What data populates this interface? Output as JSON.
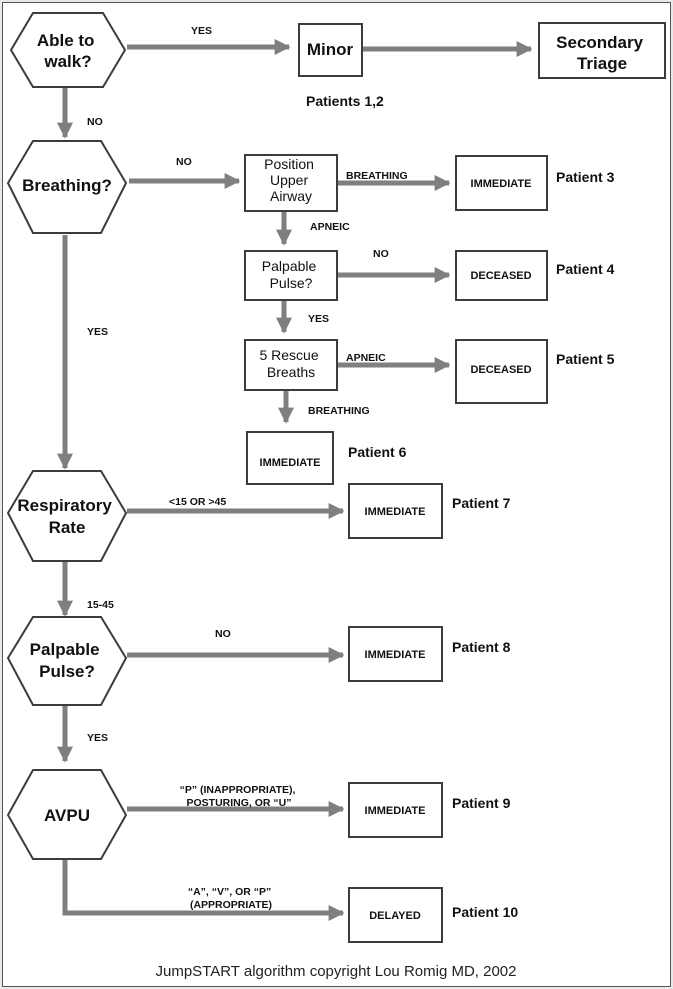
{
  "nodes": {
    "walk": [
      "Able to",
      "walk?"
    ],
    "minor": "Minor",
    "secondary": [
      "Secondary",
      "Triage"
    ],
    "breathing": [
      "Breathing?"
    ],
    "position": [
      "Position",
      "Upper",
      "Airway"
    ],
    "immediate3": "IMMEDIATE",
    "palpable_pulse_small": [
      "Palpable",
      "Pulse?"
    ],
    "deceased4": "DECEASED",
    "rescue": [
      "5 Rescue",
      "Breaths"
    ],
    "deceased5": "DECEASED",
    "immediate6": "IMMEDIATE",
    "resp": [
      "Respiratory",
      "Rate"
    ],
    "immediate7": "IMMEDIATE",
    "palpable": [
      "Palpable",
      "Pulse?"
    ],
    "immediate8": "IMMEDIATE",
    "avpu": [
      "AVPU"
    ],
    "immediate9": "IMMEDIATE",
    "delayed10": "DELAYED"
  },
  "labels": {
    "walk_yes": "YES",
    "walk_no": "NO",
    "breathing_no": "NO",
    "breathing_yes": "YES",
    "position_breathing": "BREATHING",
    "position_apneic": "APNEIC",
    "pulse_no": "NO",
    "pulse_yes": "YES",
    "rescue_apneic": "APNEIC",
    "rescue_breathing": "BREATHING",
    "resp_out": "<15 OR >45",
    "resp_ok": "15-45",
    "palpable_no": "NO",
    "palpable_yes": "YES",
    "avpu_p_line1": "“P” (INAPPROPRIATE),",
    "avpu_p_line2": "POSTURING, OR “U”",
    "avpu_a_line1": "“A”, “V”, OR “P”",
    "avpu_a_line2": "(APPROPRIATE)"
  },
  "patients": {
    "p12": "Patients 1,2",
    "p3": "Patient 3",
    "p4": "Patient 4",
    "p5": "Patient 5",
    "p6": "Patient 6",
    "p7": "Patient 7",
    "p8": "Patient 8",
    "p9": "Patient 9",
    "p10": "Patient 10"
  },
  "footer": "JumpSTART algorithm copyright Lou Romig MD, 2002",
  "colors": {
    "arrow": "#7f7f7f",
    "stroke": "#3c3c3c",
    "fill": "#ffffff"
  }
}
